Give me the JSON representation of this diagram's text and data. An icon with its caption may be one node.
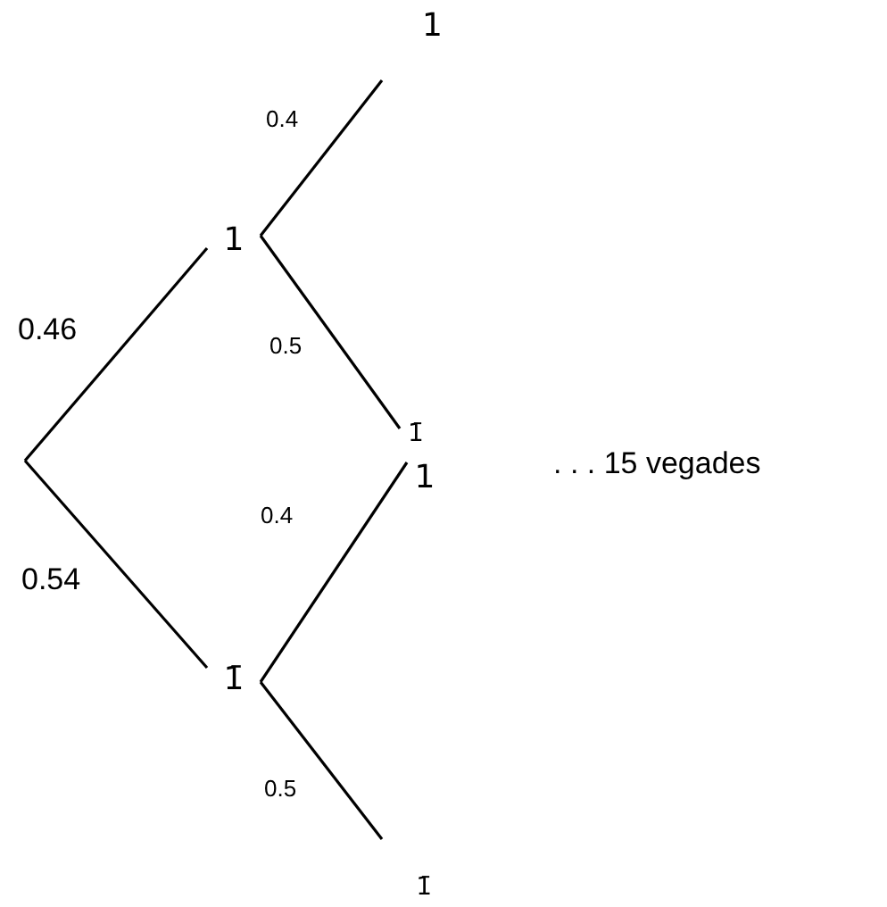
{
  "diagram": {
    "nodes": [
      {
        "text": [
          "1"
        ]
      },
      {
        "text": [
          "1̄"
        ]
      },
      {
        "text": [
          "1"
        ]
      },
      {
        "text": [
          "1̄"
        ]
      },
      {
        "text": [
          "1"
        ]
      },
      {
        "text": [
          "1̄"
        ]
      }
    ],
    "edges": [
      {
        "from": null,
        "to": 0,
        "arrow": "none",
        "label": "0.46"
      },
      {
        "from": null,
        "to": 1,
        "arrow": "none",
        "label": "0.54"
      },
      {
        "from": 0,
        "to": 2,
        "arrow": "none",
        "label": "0.4"
      },
      {
        "from": 0,
        "to": 3,
        "arrow": "none",
        "label": "0.5"
      },
      {
        "from": 1,
        "to": 4,
        "arrow": "none",
        "label": "0.4"
      },
      {
        "from": 1,
        "to": 5,
        "arrow": "none",
        "label": "0.5"
      }
    ],
    "labels": [
      ". . . 15 vegades"
    ]
  }
}
